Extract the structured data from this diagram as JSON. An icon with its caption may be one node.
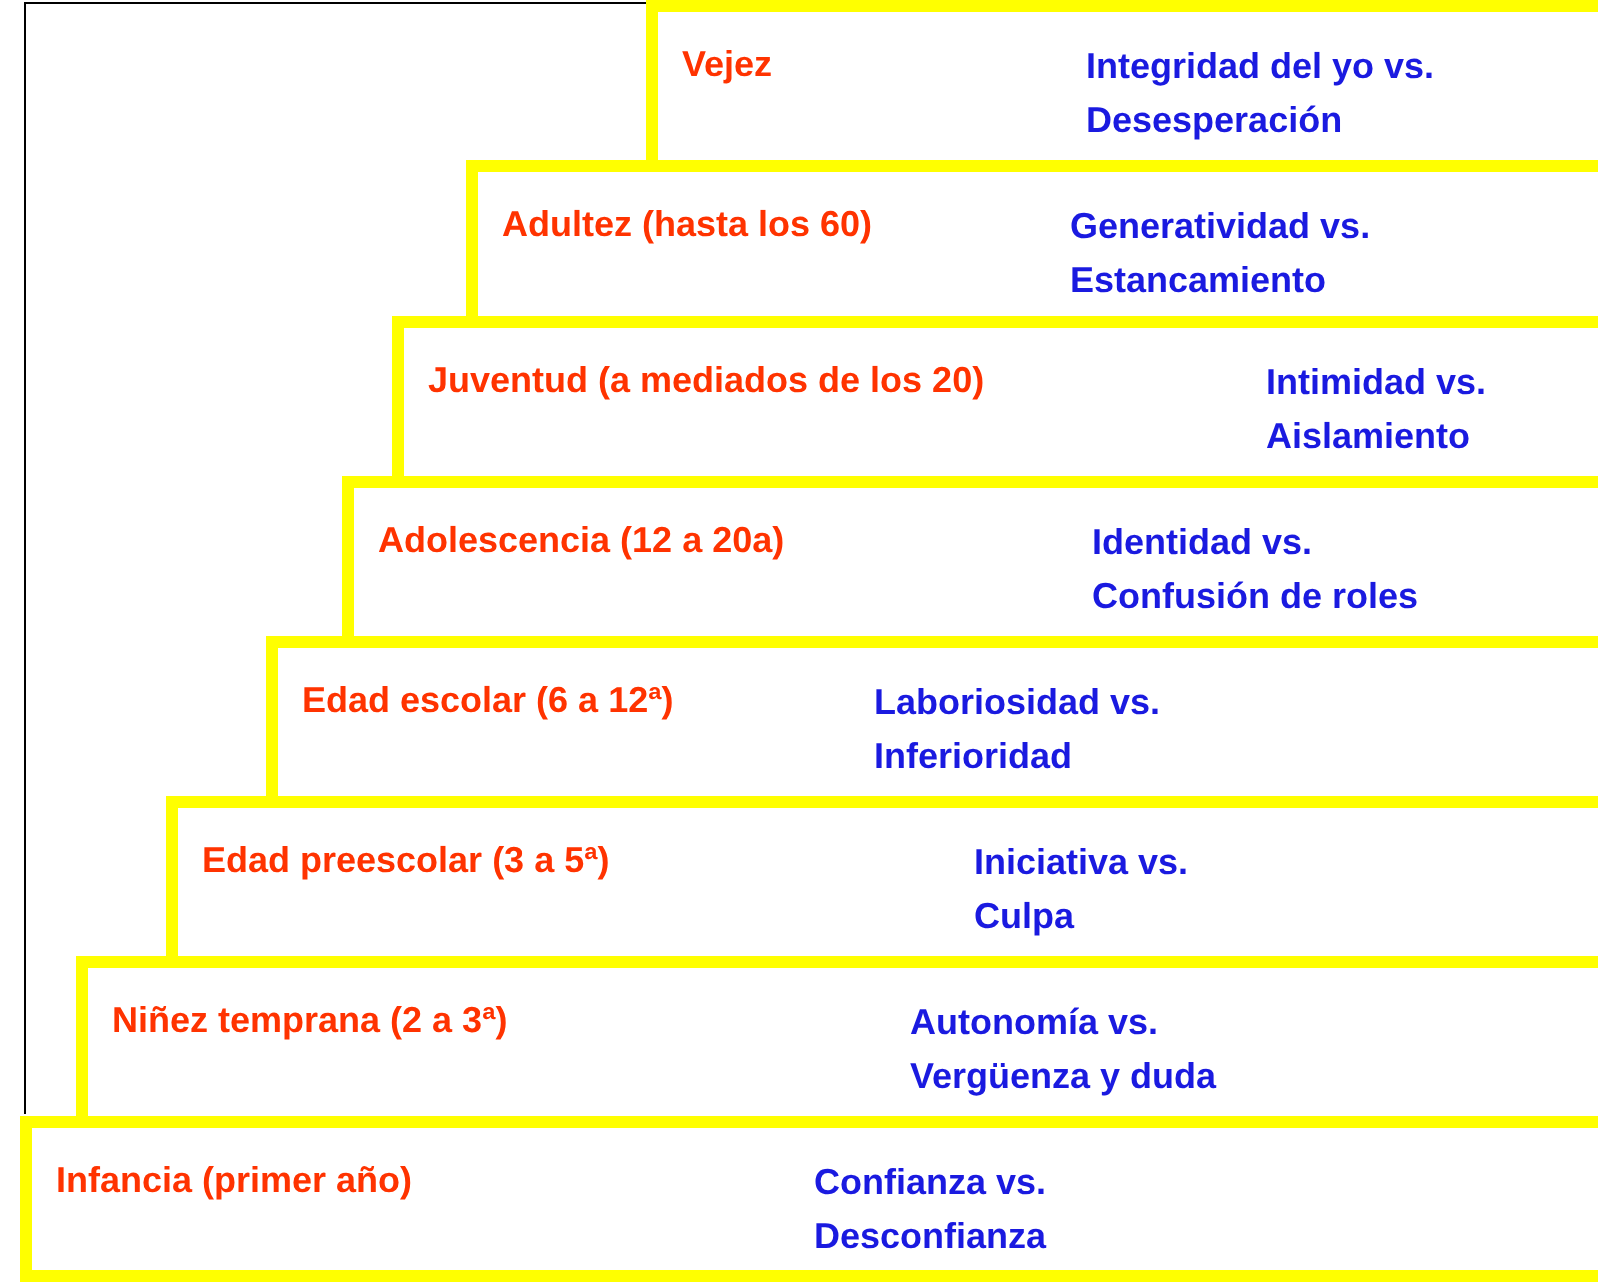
{
  "diagram": {
    "nodes": [
      {
        "text": [
          "Vejez",
          "Integridad del yo vs. Desesperación"
        ]
      },
      {
        "text": [
          "Adultez (hasta los 60)",
          "Generatividad vs. Estancamiento"
        ]
      },
      {
        "text": [
          "Juventud (a mediados de los 20)",
          "Intimidad vs. Aislamiento"
        ]
      },
      {
        "text": [
          "Adolescencia (12 a 20a)",
          "Identidad vs. Confusión de roles"
        ]
      },
      {
        "text": [
          "Edad escolar (6 a 12ª)",
          "Laboriosidad vs. Inferioridad"
        ]
      },
      {
        "text": [
          "Edad preescolar (3 a 5ª)",
          "Iniciativa vs. Culpa"
        ]
      },
      {
        "text": [
          "Niñez temprana (2 a 3ª)",
          "Autonomía vs. Vergüenza y duda"
        ]
      },
      {
        "text": [
          "Infancia (primer año)",
          "Confianza vs. Desconfianza"
        ]
      }
    ]
  }
}
